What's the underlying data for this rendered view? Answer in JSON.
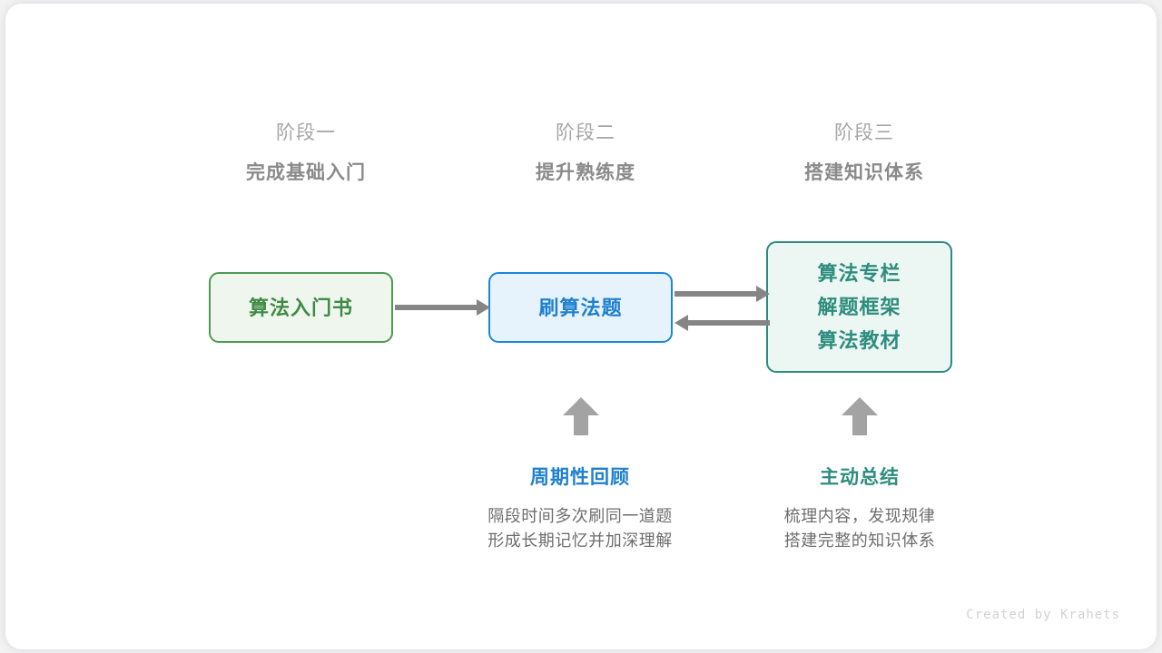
{
  "diagram": {
    "stages": [
      {
        "kicker": "阶段一",
        "title": "完成基础入门"
      },
      {
        "kicker": "阶段二",
        "title": "提升熟练度"
      },
      {
        "kicker": "阶段三",
        "title": "搭建知识体系"
      }
    ],
    "nodes": [
      {
        "lines": [
          "算法入门书"
        ],
        "theme": "green",
        "color": "#3f8a45"
      },
      {
        "lines": [
          "刷算法题"
        ],
        "theme": "blue",
        "color": "#1f80cf"
      },
      {
        "lines": [
          "算法专栏",
          "解题框架",
          "算法教材"
        ],
        "theme": "teal",
        "color": "#2d8d7e"
      }
    ],
    "annotations": [
      {
        "title": "周期性回顾",
        "theme": "blue",
        "body_line_1": "隔段时间多次刷同一道题",
        "body_line_2": "形成长期记忆并加深理解"
      },
      {
        "title": "主动总结",
        "theme": "teal",
        "body_line_1": "梳理内容，发现规律",
        "body_line_2": "搭建完整的知识体系"
      }
    ],
    "connectors": [
      {
        "name": "book-to-practice",
        "direction": "right"
      },
      {
        "name": "practice-to-resources",
        "direction": "right"
      },
      {
        "name": "resources-to-practice",
        "direction": "left"
      },
      {
        "name": "review-up",
        "direction": "up"
      },
      {
        "name": "summary-up",
        "direction": "up"
      }
    ],
    "footer_credit": "Created by Krahets",
    "colors": {
      "arrow": "#858585",
      "block_arrow": "#a3a3a3",
      "header_kicker": "#a6a6a6",
      "header_title": "#8a8a8a",
      "body_text": "#6e6e6e"
    }
  }
}
